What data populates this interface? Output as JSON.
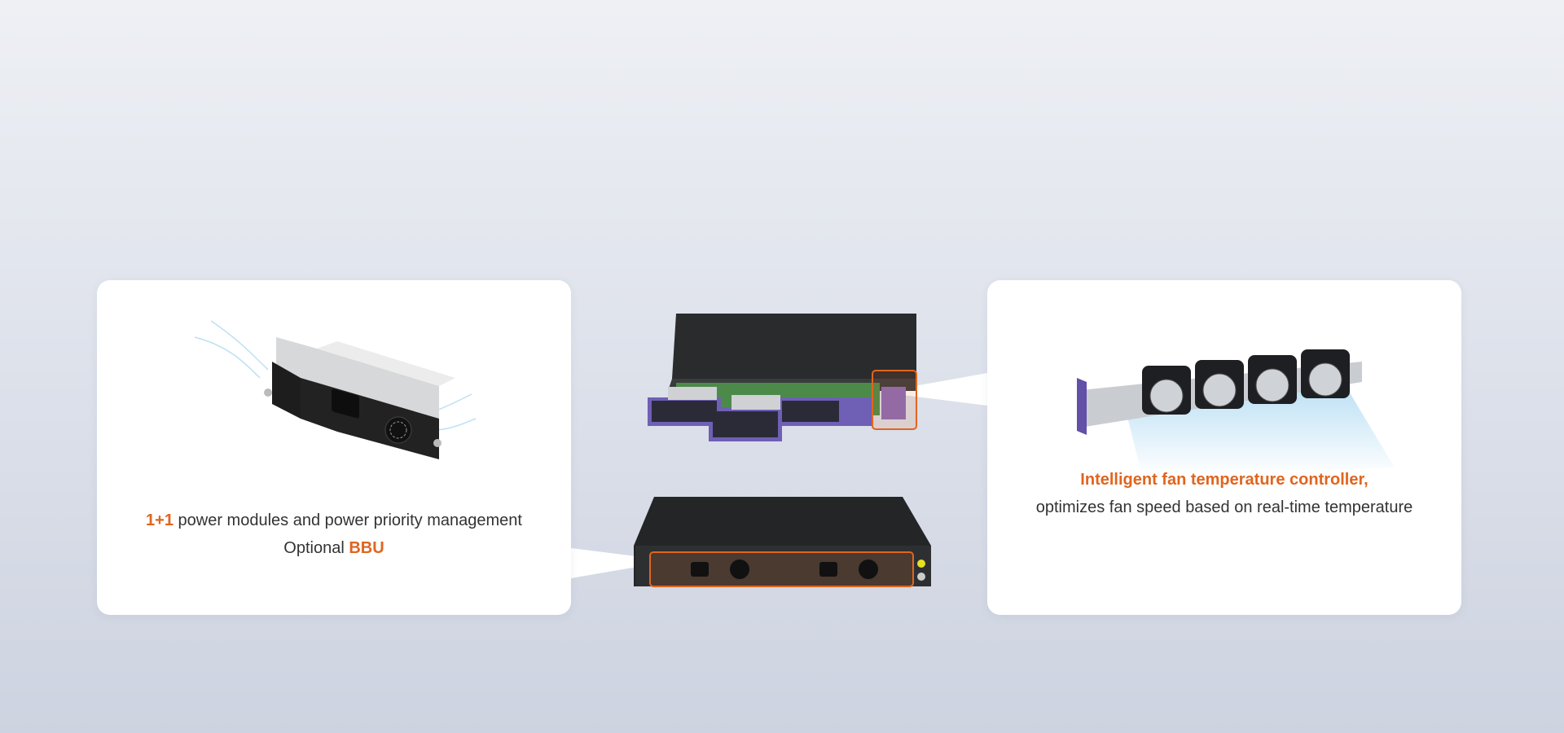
{
  "colors": {
    "accent": "#e0651f",
    "text": "#333333",
    "card": "#ffffff"
  },
  "left_card": {
    "image": "power-module-image",
    "line1_accent": "1+1",
    "line1_text": " power modules and power priority management",
    "line2_text": "Optional ",
    "line2_accent": "BBU"
  },
  "center": {
    "top_image": "switch-front-with-line-cards",
    "bottom_image": "switch-rear-with-power-modules"
  },
  "right_card": {
    "image": "fan-tray-image",
    "line1_accent": "Intelligent fan temperature controller,",
    "line2_text": "optimizes fan speed based on real-time temperature"
  }
}
